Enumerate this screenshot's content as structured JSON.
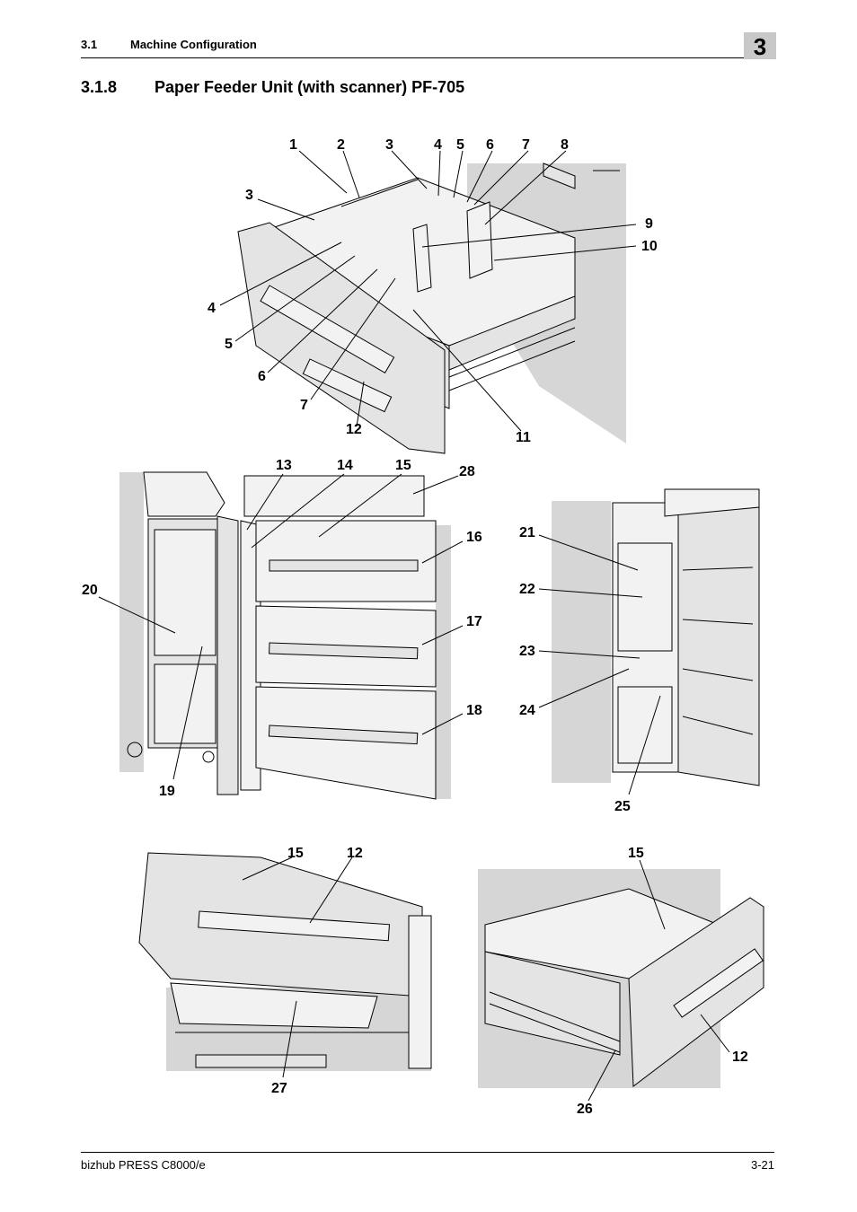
{
  "header": {
    "section_number": "3.1",
    "section_title": "Machine Configuration",
    "chapter": "3"
  },
  "title": {
    "number": "3.1.8",
    "text": "Paper Feeder Unit (with scanner) PF-705"
  },
  "figure1_labels": [
    "1",
    "2",
    "3",
    "4",
    "5",
    "6",
    "7",
    "8",
    "9",
    "10",
    "3",
    "4",
    "5",
    "6",
    "7",
    "12",
    "11"
  ],
  "figure2_labels": [
    "13",
    "14",
    "15",
    "28",
    "16",
    "17",
    "18",
    "20",
    "19"
  ],
  "figure3_labels": [
    "21",
    "22",
    "23",
    "24",
    "25"
  ],
  "figure4_labels": [
    "15",
    "12",
    "27"
  ],
  "figure5_labels": [
    "15",
    "12",
    "26"
  ],
  "footer": {
    "product": "bizhub PRESS C8000/e",
    "page": "3-21"
  }
}
